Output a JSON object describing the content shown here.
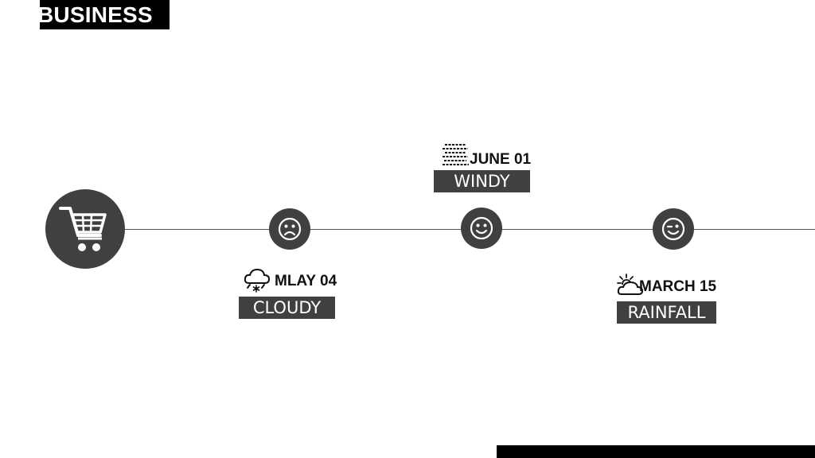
{
  "title": "BUSINESS",
  "accent_color": "#404040",
  "timeline": {
    "start_icon": "shopping-cart-icon",
    "events": [
      {
        "date": "MLAY 04",
        "tag": "CLOUDY",
        "weather_icon": "cloud-snow-icon",
        "mood_icon": "sad-face-icon"
      },
      {
        "date": "JUNE 01",
        "tag": "WINDY",
        "weather_icon": "fog-icon",
        "mood_icon": "happy-face-icon"
      },
      {
        "date": "MARCH 15",
        "tag": "RAINFALL",
        "weather_icon": "partly-sunny-icon",
        "mood_icon": "winking-face-icon"
      }
    ]
  }
}
